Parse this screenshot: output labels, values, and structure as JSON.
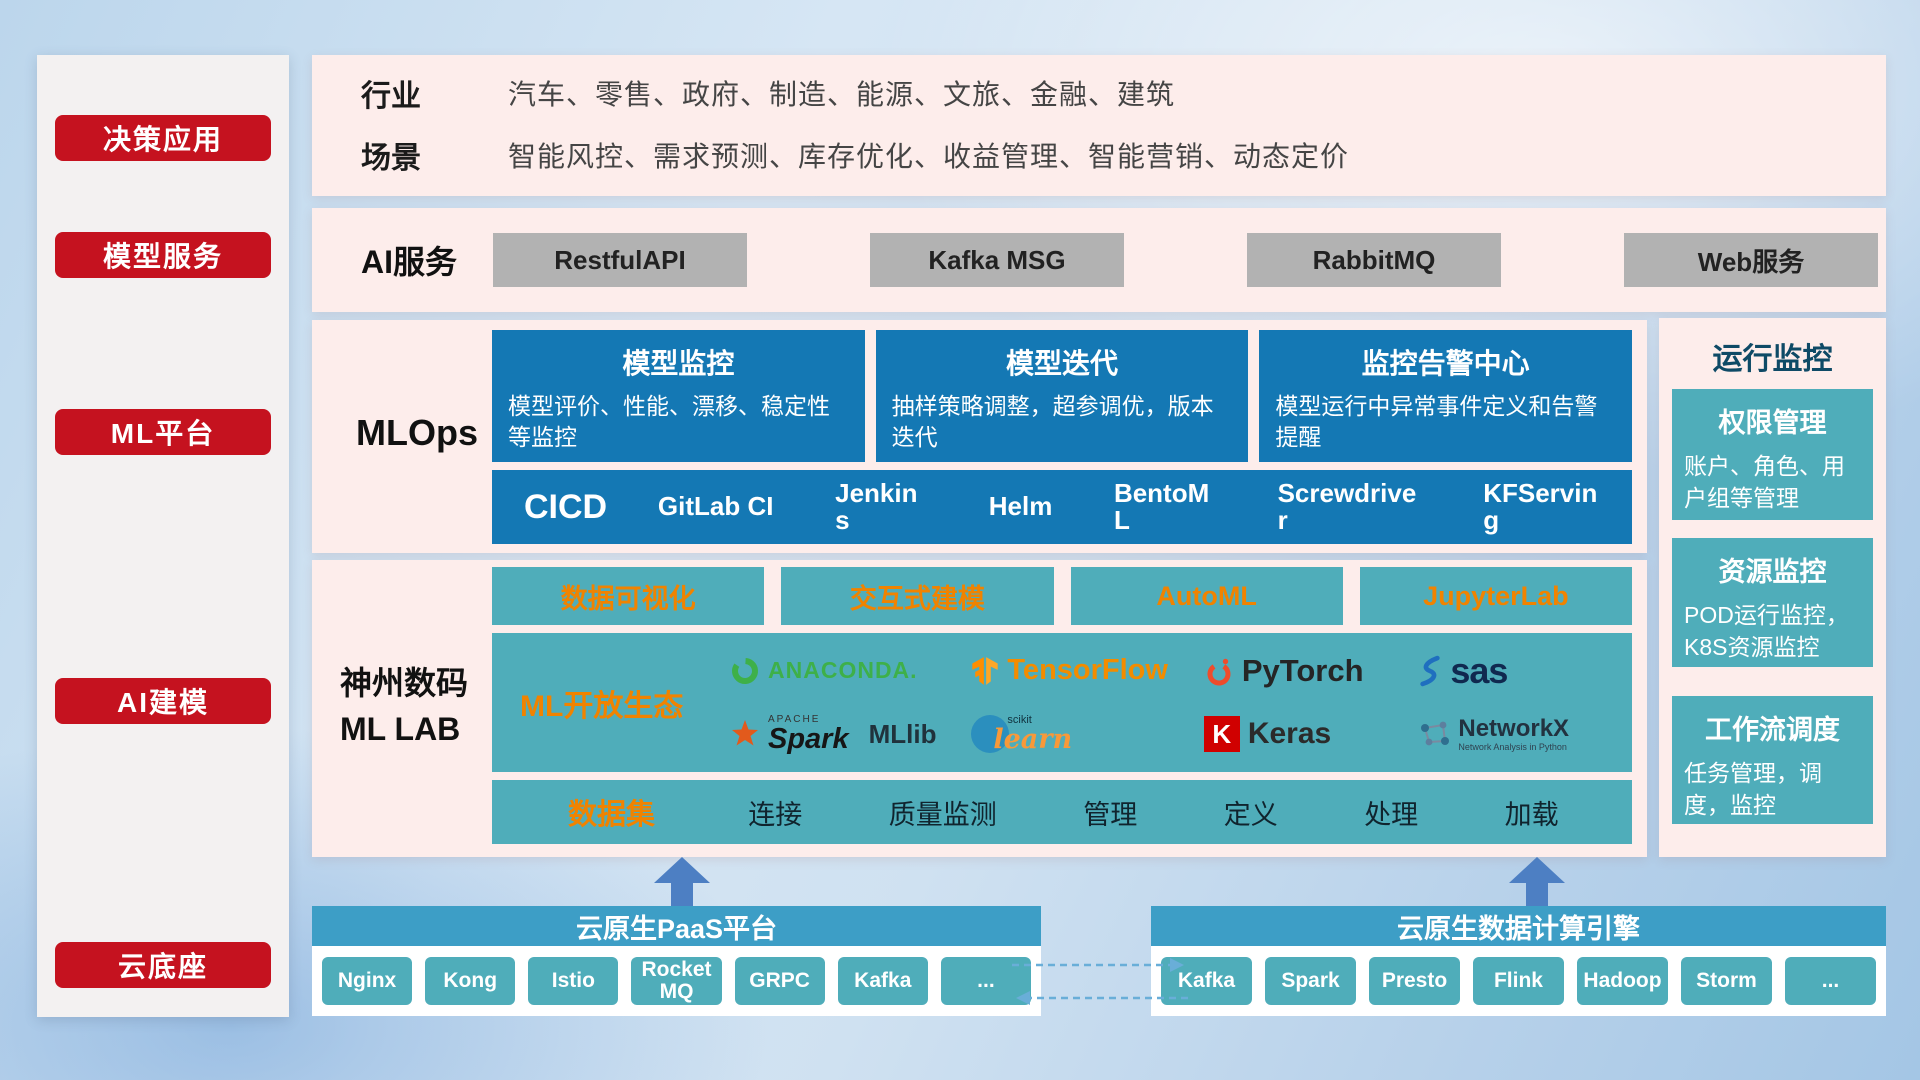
{
  "colors": {
    "accent_red": "#c5121f",
    "panel_pink": "#fdedeb",
    "box_blue": "#1478b4",
    "box_teal": "#4fadba",
    "accent_orange": "#f08300",
    "bar_blue": "#3d9ec6"
  },
  "sidebar": {
    "items": [
      "决策应用",
      "模型服务",
      "ML平台",
      "AI建模",
      "云底座"
    ]
  },
  "industry": {
    "row1_label": "行业",
    "row1_value": "汽车、零售、政府、制造、能源、文旅、金融、建筑",
    "row2_label": "场景",
    "row2_value": "智能风控、需求预测、库存优化、收益管理、智能营销、动态定价"
  },
  "ai_service": {
    "label": "AI服务",
    "buttons": [
      "RestfulAPI",
      "Kafka MSG",
      "RabbitMQ",
      "Web服务"
    ]
  },
  "mlops": {
    "label": "MLOps",
    "cards": [
      {
        "title": "模型监控",
        "desc": "模型评价、性能、漂移、稳定性等监控"
      },
      {
        "title": "模型迭代",
        "desc": "抽样策略调整，超参调优，版本迭代"
      },
      {
        "title": "监控告警中心",
        "desc": "模型运行中异常事件定义和告警提醒"
      }
    ],
    "cicd": {
      "title": "CICD",
      "items": [
        "GitLab CI",
        "Jenkins",
        "Helm",
        "BentoML",
        "Screwdriver",
        "KFServing"
      ]
    }
  },
  "mllab": {
    "label_line1": "神州数码",
    "label_line2": "ML LAB",
    "top_buttons": [
      "数据可视化",
      "交互式建模",
      "AutoML",
      "JupyterLab"
    ],
    "ecosystem": {
      "label": "ML开放生态",
      "anaconda": {
        "text": "ANACONDA."
      },
      "tensorflow": {
        "text": "TensorFlow"
      },
      "pytorch": {
        "text": "PyTorch"
      },
      "sas": {
        "text": "sas"
      },
      "spark": {
        "apache": "APACHE",
        "text": "Spark",
        "mllib": "MLlib"
      },
      "sklearn": {
        "top": "scikit",
        "text": "learn"
      },
      "keras": {
        "letter": "K",
        "text": "Keras"
      },
      "networkx": {
        "text": "NetworkX",
        "sub": "Network Analysis in Python"
      }
    },
    "dataset": {
      "title": "数据集",
      "items": [
        "连接",
        "质量监测",
        "管理",
        "定义",
        "处理",
        "加载"
      ]
    }
  },
  "monitoring": {
    "title": "运行监控",
    "cards": [
      {
        "title": "权限管理",
        "desc": "账户、角色、用户组等管理"
      },
      {
        "title": "资源监控",
        "desc": "POD运行监控，K8S资源监控"
      },
      {
        "title": "工作流调度",
        "desc": "任务管理，调度，监控"
      }
    ]
  },
  "bottom": {
    "paas": {
      "title": "云原生PaaS平台",
      "items": [
        "Nginx",
        "Kong",
        "Istio",
        "RocketMQ",
        "GRPC",
        "Kafka",
        "..."
      ]
    },
    "engine": {
      "title": "云原生数据计算引擎",
      "items": [
        "Kafka",
        "Spark",
        "Presto",
        "Flink",
        "Hadoop",
        "Storm",
        "..."
      ]
    }
  }
}
